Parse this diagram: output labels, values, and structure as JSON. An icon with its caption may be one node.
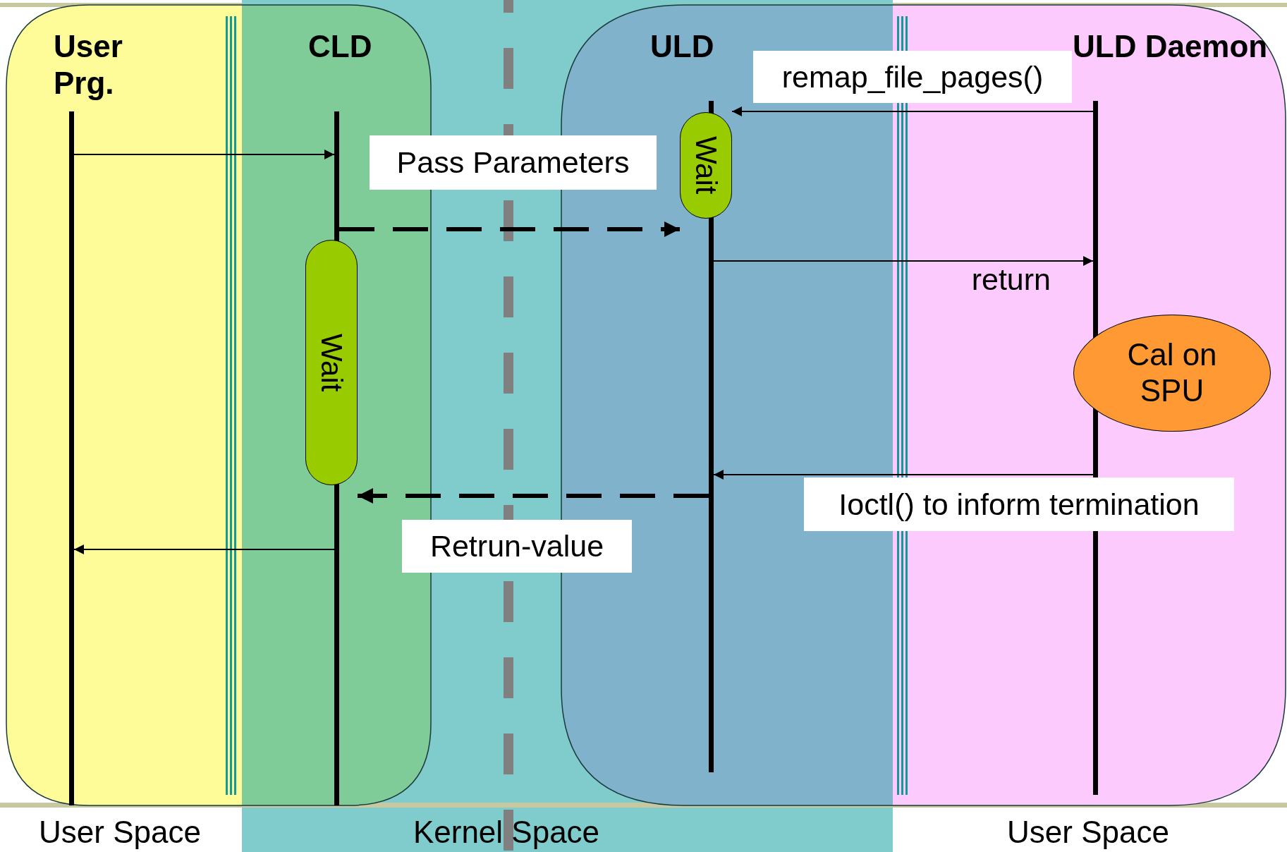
{
  "diagram": {
    "nodes": [
      {
        "text": [],
        "shape": "bar",
        "beside": [
          "User Prg."
        ]
      },
      {
        "text": [],
        "shape": "bar",
        "beside": [
          "CLD"
        ]
      },
      {
        "text": [],
        "shape": "bar",
        "beside": [
          "ULD"
        ]
      },
      {
        "text": [],
        "shape": "bar",
        "beside": [
          "ULD Daemon"
        ]
      },
      {
        "text": [
          "Wait"
        ]
      },
      {
        "text": [
          "Wait"
        ]
      },
      {
        "text": [
          "Cal on SPU"
        ]
      }
    ],
    "edges": [
      {
        "from": 0,
        "to": 1,
        "arrow": "to"
      },
      {
        "from": 1,
        "to": 5,
        "arrow": "to",
        "label": "Pass Parameters",
        "style": "dashed"
      },
      {
        "from": 3,
        "to": 5,
        "arrow": "to",
        "label": "remap_file_pages()"
      },
      {
        "from": 2,
        "to": 3,
        "arrow": "to",
        "label": "return"
      },
      {
        "from": 3,
        "to": 2,
        "arrow": "to",
        "label": "Ioctl() to inform termination"
      },
      {
        "from": 2,
        "to": 4,
        "arrow": "to",
        "label": "Retrun-value",
        "style": "dashed"
      },
      {
        "from": 1,
        "to": 0,
        "arrow": "to"
      }
    ],
    "labels": [
      "User Space",
      "Kernel Space",
      "User Space"
    ]
  }
}
